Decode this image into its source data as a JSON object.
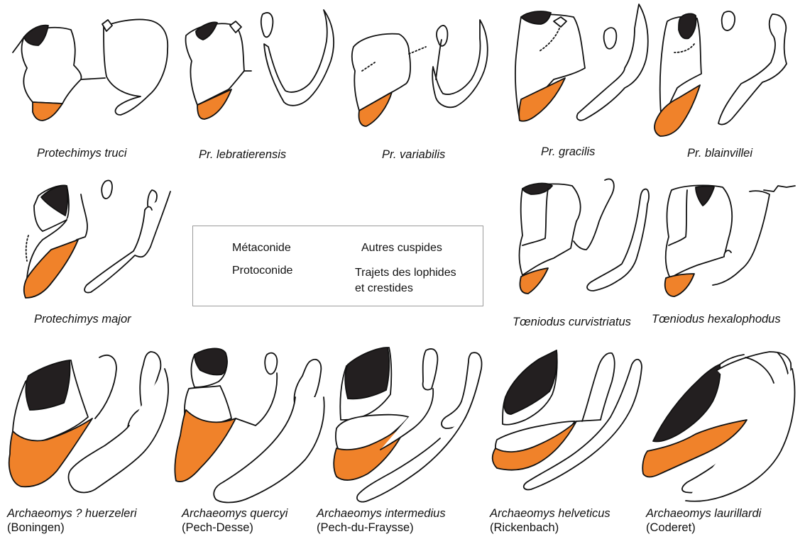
{
  "colors": {
    "metaconid": "#231f20",
    "protoconid": "#f0822a",
    "other": "#ffffff",
    "stroke": "#111111"
  },
  "legend": {
    "metaconid": "Métaconide",
    "protoconid": "Protoconide",
    "other": "Autres cuspides",
    "paths_line1": "Trajets  des lophides",
    "paths_line2": "et crestides"
  },
  "specimens": {
    "truci": {
      "name": "Protechimys truci"
    },
    "lebratierensis": {
      "name": "Pr. lebratierensis"
    },
    "variabilis": {
      "name": "Pr. variabilis"
    },
    "gracilis": {
      "name": "Pr. gracilis"
    },
    "blainvillei": {
      "name": "Pr. blainvillei"
    },
    "major": {
      "name": "Protechimys major"
    },
    "curvistriatus": {
      "name": "Tœniodus curvistriatus"
    },
    "hexalophodus": {
      "name": "Tœniodus hexalophodus"
    },
    "huerzeleri": {
      "name": "Archaeomys ? huerzeleri",
      "locality": "(Boningen)"
    },
    "quercyi": {
      "name": "Archaeomys quercyi",
      "locality": "(Pech-Desse)"
    },
    "intermedius": {
      "name": "Archaeomys intermedius",
      "locality": "(Pech-du-Fraysse)"
    },
    "helveticus": {
      "name": "Archaeomys helveticus",
      "locality": "(Rickenbach)"
    },
    "laurillardi": {
      "name": "Archaeomys laurillardi",
      "locality": "(Coderet)"
    }
  }
}
